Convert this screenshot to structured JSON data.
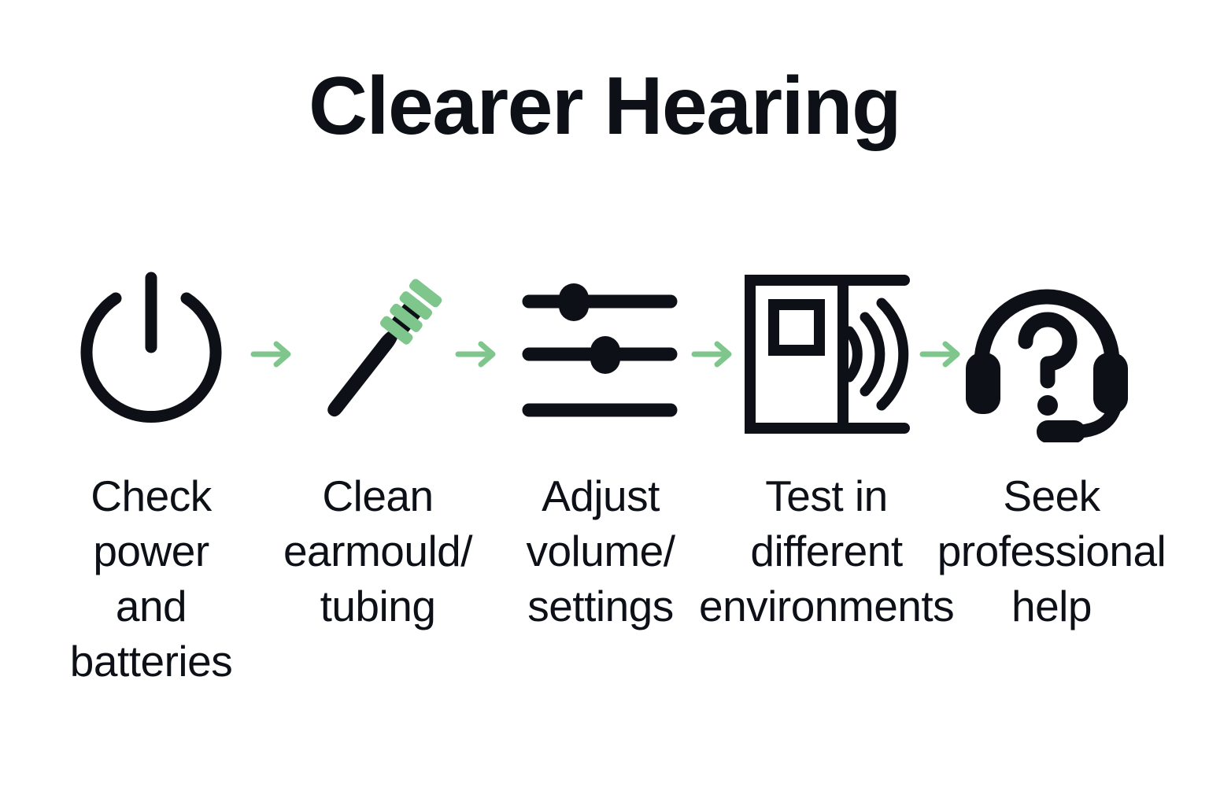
{
  "page": {
    "title": "Clearer Hearing",
    "background_color": "#ffffff",
    "ink_color": "#0d1117",
    "accent_color": "#7fc68c"
  },
  "steps": [
    {
      "index": 1,
      "icon": "power-icon",
      "caption": "Check\npower\nand\nbatteries"
    },
    {
      "index": 2,
      "icon": "cleaning-brush-icon",
      "caption": "Clean\nearmould/\ntubing"
    },
    {
      "index": 3,
      "icon": "sliders-icon",
      "caption": "Adjust\nvolume/\nsettings"
    },
    {
      "index": 4,
      "icon": "speaker-sound-waves-icon",
      "caption": "Test in\ndifferent\nenvironments"
    },
    {
      "index": 5,
      "icon": "headset-question-icon",
      "caption": "Seek\nprofessional\nhelp"
    }
  ],
  "connectors": [
    {
      "icon": "arrow-right-icon",
      "color": "#7fc68c"
    },
    {
      "icon": "arrow-right-icon",
      "color": "#7fc68c"
    },
    {
      "icon": "arrow-right-icon",
      "color": "#7fc68c"
    },
    {
      "icon": "arrow-right-icon",
      "color": "#7fc68c"
    }
  ]
}
